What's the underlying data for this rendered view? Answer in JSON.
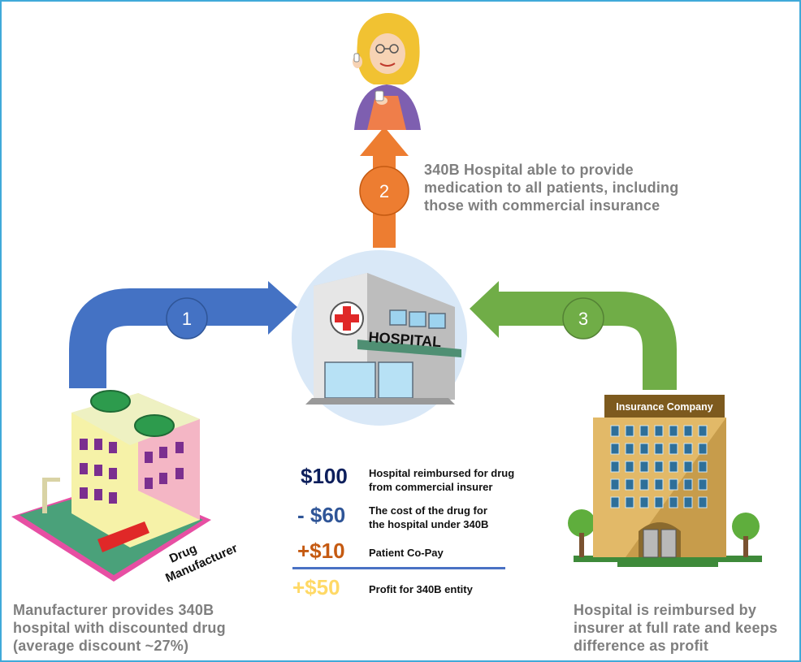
{
  "colors": {
    "step1": "#4472c4",
    "step2": "#ed7d31",
    "step3": "#70ad47",
    "amount_reimbursed": "#0d1f5c",
    "amount_cost": "#2f5597",
    "amount_copay": "#c55a11",
    "amount_profit": "#ffd966",
    "caption": "#7f7f7f",
    "border": "#3fa9d9"
  },
  "steps": {
    "step1": "1",
    "step2": "2",
    "step3": "3"
  },
  "hospital_sign": "HOSPITAL",
  "insurance_sign": "Insurance Company",
  "manufacturer_sign": [
    "Drug",
    "Manufacturer"
  ],
  "captions": {
    "patient": [
      "340B Hospital able to provide",
      "medication to all patients, including",
      "those with commercial insurance"
    ],
    "manufacturer": [
      "Manufacturer provides 340B",
      "hospital with discounted drug",
      "(average discount ~27%)"
    ],
    "insurer": [
      "Hospital is reimbursed by",
      "insurer at full rate and keeps",
      "difference as profit"
    ]
  },
  "ledger": [
    {
      "amount": "$100",
      "description": [
        "Hospital reimbursed for drug",
        "from commercial insurer"
      ]
    },
    {
      "amount": "- $60",
      "description": [
        "The cost of the drug for",
        "the hospital under 340B"
      ]
    },
    {
      "amount": "+$10",
      "description": [
        "Patient Co-Pay"
      ]
    },
    {
      "amount": "+$50",
      "description": [
        "Profit for 340B entity"
      ]
    }
  ]
}
